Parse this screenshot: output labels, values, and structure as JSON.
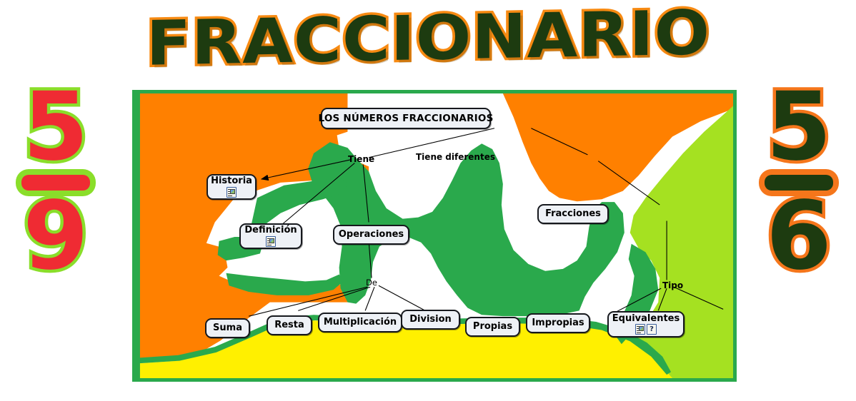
{
  "title": "FRACCIONARIO",
  "fractions": {
    "left": {
      "numerator": "5",
      "denominator": "9",
      "number_color": "#ef2b33",
      "outline_color": "#8ade2a"
    },
    "right": {
      "numerator": "5",
      "denominator": "6",
      "number_color": "#1d3b10",
      "outline_color": "#f5761b"
    }
  },
  "map": {
    "background_colors": {
      "orange": "#ff8000",
      "green": "#2aa94c",
      "light_green": "#a5e121",
      "yellow": "#fff000",
      "path": "#ffffff",
      "frame": "#2aa94c"
    },
    "node_fill": "#eef1f6",
    "node_border": "#16181d"
  },
  "concept_map": {
    "root": {
      "label": "LOS NÚMEROS FRACCIONARIOS"
    },
    "connectors": [
      {
        "label": "Tiene"
      },
      {
        "label": "Tiene diferentes"
      },
      {
        "label": "De"
      },
      {
        "label": "Tipo"
      }
    ],
    "nodes": [
      {
        "label": "Historia",
        "icons": [
          "document-icon"
        ]
      },
      {
        "label": "Definición",
        "icons": [
          "document-icon"
        ]
      },
      {
        "label": "Operaciones",
        "icons": []
      },
      {
        "label": "Fracciones",
        "icons": []
      },
      {
        "label": "Suma",
        "icons": []
      },
      {
        "label": "Resta",
        "icons": []
      },
      {
        "label": "Multiplicación",
        "icons": []
      },
      {
        "label": "Division",
        "icons": []
      },
      {
        "label": "Propias",
        "icons": []
      },
      {
        "label": "Impropias",
        "icons": []
      },
      {
        "label": "Equivalentes",
        "icons": [
          "document-icon",
          "help-icon"
        ]
      }
    ]
  }
}
